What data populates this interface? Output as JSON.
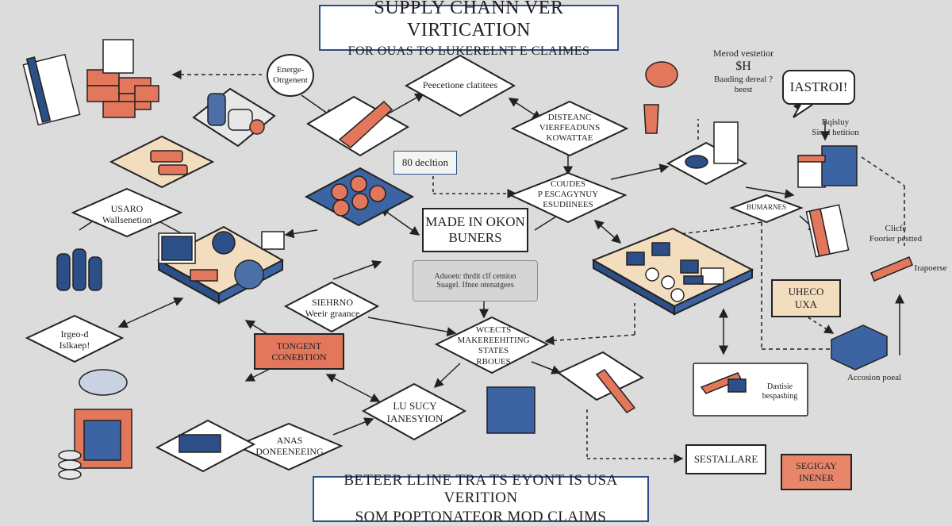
{
  "title": {
    "line1": "SUPPLY CHANN VER VIRTICATION",
    "line2": "FOR OUAS TO LUKERELNT E CLAIMES"
  },
  "footer": {
    "line1": "BETEER LLINE TRA TS EYONT IS USA VERITION",
    "line2": "SOM POPTONATEOR MOD CLAIMS"
  },
  "nodes": {
    "energy_bubble": {
      "line1": "Energe-",
      "line2": "Otrgenent"
    },
    "precetione": "Peecetione clatitees",
    "distanc": {
      "line1": "DISTEANC",
      "line2": "VIERFEADUNS",
      "line3": "KOWATTAE"
    },
    "badge": "80 decltion",
    "usaro": {
      "line1": "USARO",
      "line2": "Wallsenetion"
    },
    "coudes": {
      "line1": "COUDES",
      "line2": "P ESCAGYNUY",
      "line3": "ESUDIINEES"
    },
    "made_in": {
      "line1": "MADE IN OKON",
      "line2": "BUNERS"
    },
    "note": {
      "line1": "Aduoetc thrdit clf cetnion",
      "line2": "Suagel. Ifnee otenatgees"
    },
    "siehrno": {
      "line1": "SIEHRNO",
      "line2": "Weeir  graance"
    },
    "irgeo": {
      "line1": "Irgeo-d",
      "line2": "Islkaep!"
    },
    "tongent": {
      "line1": "TONGENT",
      "line2": "CONEBTION"
    },
    "wcects": {
      "line1": "WCECTS",
      "line2": "MAKEREEHITING",
      "line3": "STATES",
      "line4": "RBOUES"
    },
    "lusucy": {
      "line1": "LU SUCY",
      "line2": "IANESYION"
    },
    "anas": {
      "line1": "ANAS",
      "line2": "DONEENEEING"
    },
    "bumarnes": "BUMARNES",
    "rustico": {
      "line1": "UHECO",
      "line2": "UXA"
    },
    "sestallare": "SESTALLARE",
    "segway": {
      "line1": "SEGIGAY",
      "line2": "INENER"
    },
    "iastroi": "IASTROI!",
    "merod": {
      "line1": "Merod vestetior",
      "line2": "$H",
      "line3": "Baading dereal ?",
      "line4": "beest"
    },
    "sjouid": {
      "line1": "Bqisluy",
      "line2": "Sioid hetition"
    },
    "cliefe": {
      "line1": "Clicfe",
      "line2": "Foorier pestted"
    },
    "irapoerse": "Irapoerse",
    "dastisie": {
      "line1": "Dastisie",
      "line2": "bespashing"
    },
    "accosion": "Accosion poeal"
  },
  "colors": {
    "blue": "#2b4f86",
    "orange": "#e2775c",
    "peach": "#f3ddbf",
    "background": "#dcdcdc"
  }
}
